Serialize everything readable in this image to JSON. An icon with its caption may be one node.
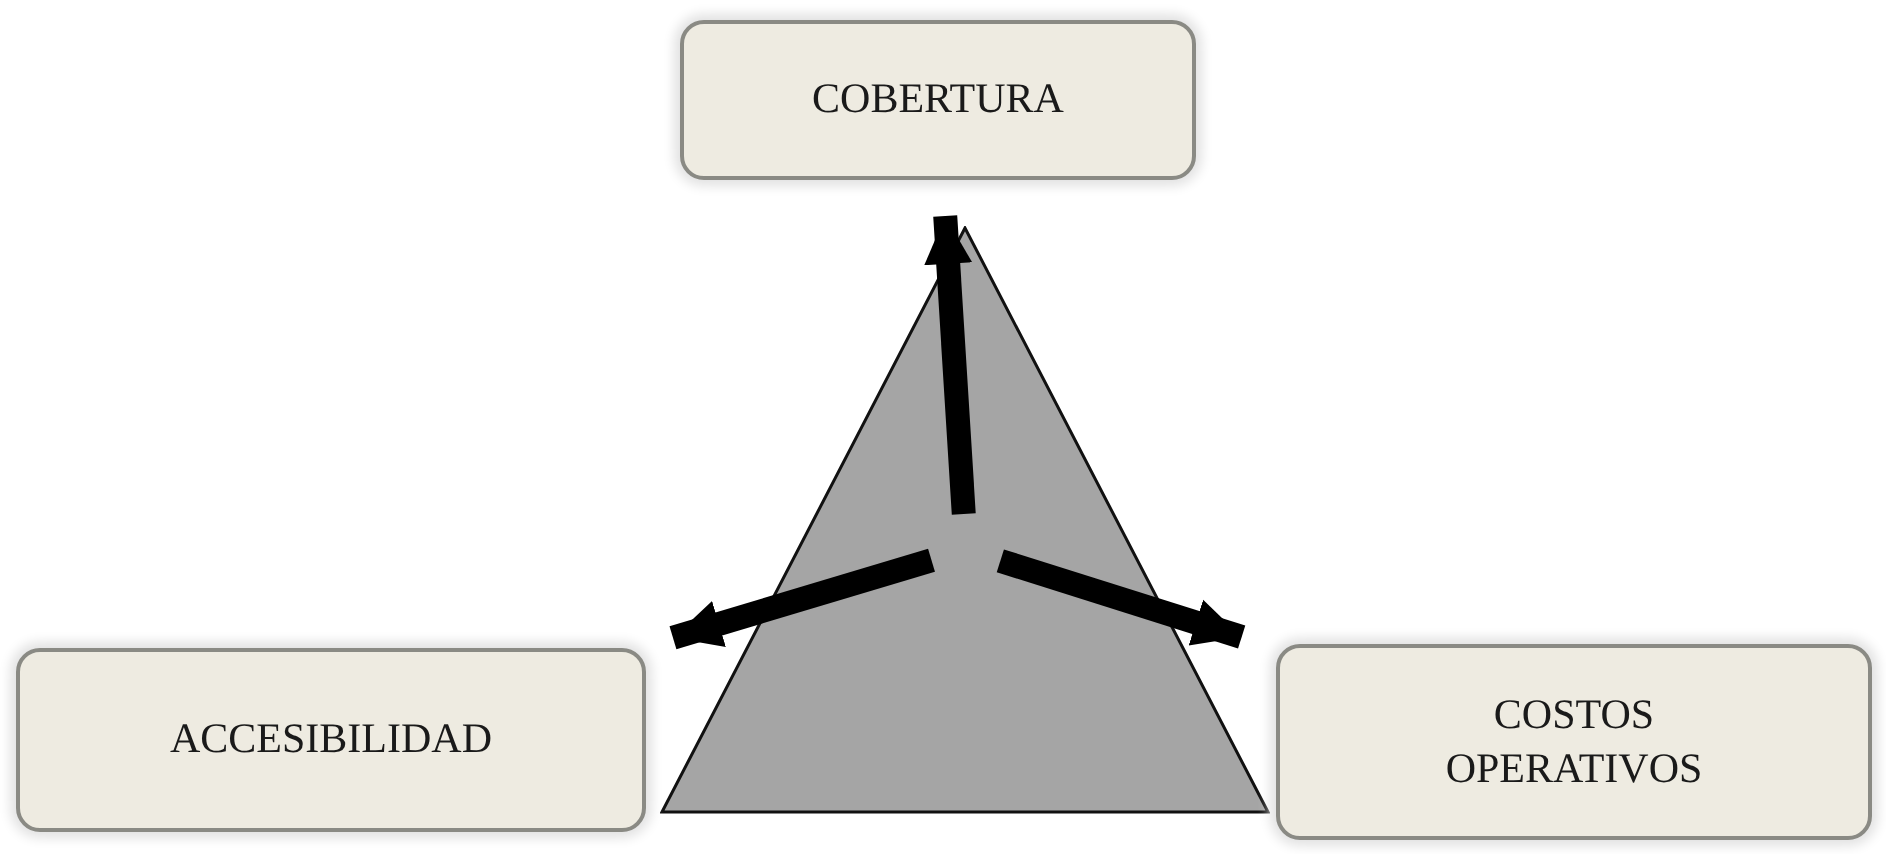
{
  "diagram": {
    "nodes": [
      {
        "text": [
          "COBERTURA"
        ]
      },
      {
        "text": [],
        "shape": "triangle"
      },
      {
        "text": [
          "ACCESIBILIDAD"
        ]
      },
      {
        "text": [
          "COSTOS OPERATIVOS"
        ]
      }
    ],
    "edges": [
      {
        "from": 1,
        "to": 0,
        "arrow": "to"
      },
      {
        "from": 1,
        "to": 2,
        "arrow": "to"
      },
      {
        "from": 1,
        "to": 3,
        "arrow": "to"
      }
    ]
  }
}
